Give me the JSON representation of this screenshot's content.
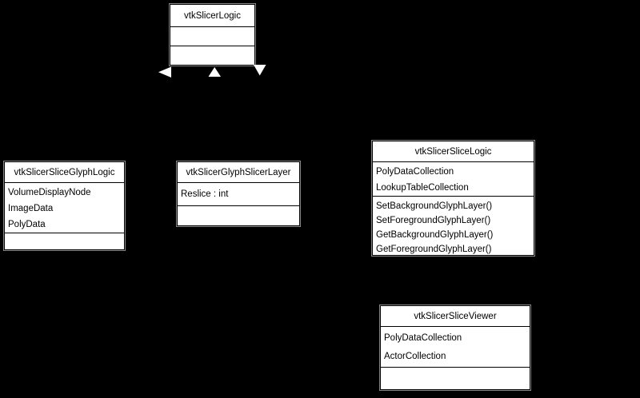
{
  "diagram": {
    "type": "uml-class-diagram",
    "background": "#000000",
    "colors": {
      "box_fill": "#ffffff",
      "box_border": "#000000",
      "box_rim": "#8a8a8a",
      "text": "#000000",
      "arrow_fill": "#ffffff"
    },
    "classes": [
      {
        "name": "vtkSlicerLogic",
        "attributes": [],
        "methods": []
      },
      {
        "name": "vtkSlicerSliceGlyphLogic",
        "attributes": [
          "VolumeDisplayNode",
          "ImageData",
          "PolyData"
        ],
        "methods": []
      },
      {
        "name": "vtkSlicerGlyphSlicerLayer",
        "attributes": [
          "Reslice : int"
        ],
        "methods": []
      },
      {
        "name": "vtkSlicerSliceLogic",
        "attributes": [
          "PolyDataCollection",
          "LookupTableCollection"
        ],
        "methods": [
          "SetBackgroundGlyphLayer()",
          "SetForegroundGlyphLayer()",
          "GetBackgroundGlyphLayer()",
          "GetForegroundGlyphLayer()"
        ]
      },
      {
        "name": "vtkSlicerSliceViewer",
        "attributes": [
          "PolyDataCollection",
          "ActorCollection"
        ],
        "methods": []
      }
    ],
    "arrows": [
      {
        "kind": "inheritance-arrowhead",
        "direction": "left",
        "target": "vtkSlicerLogic"
      },
      {
        "kind": "inheritance-arrowhead",
        "direction": "up",
        "target": "vtkSlicerLogic"
      },
      {
        "kind": "inheritance-arrowhead",
        "direction": "down",
        "target": "vtkSlicerLogic"
      }
    ]
  }
}
